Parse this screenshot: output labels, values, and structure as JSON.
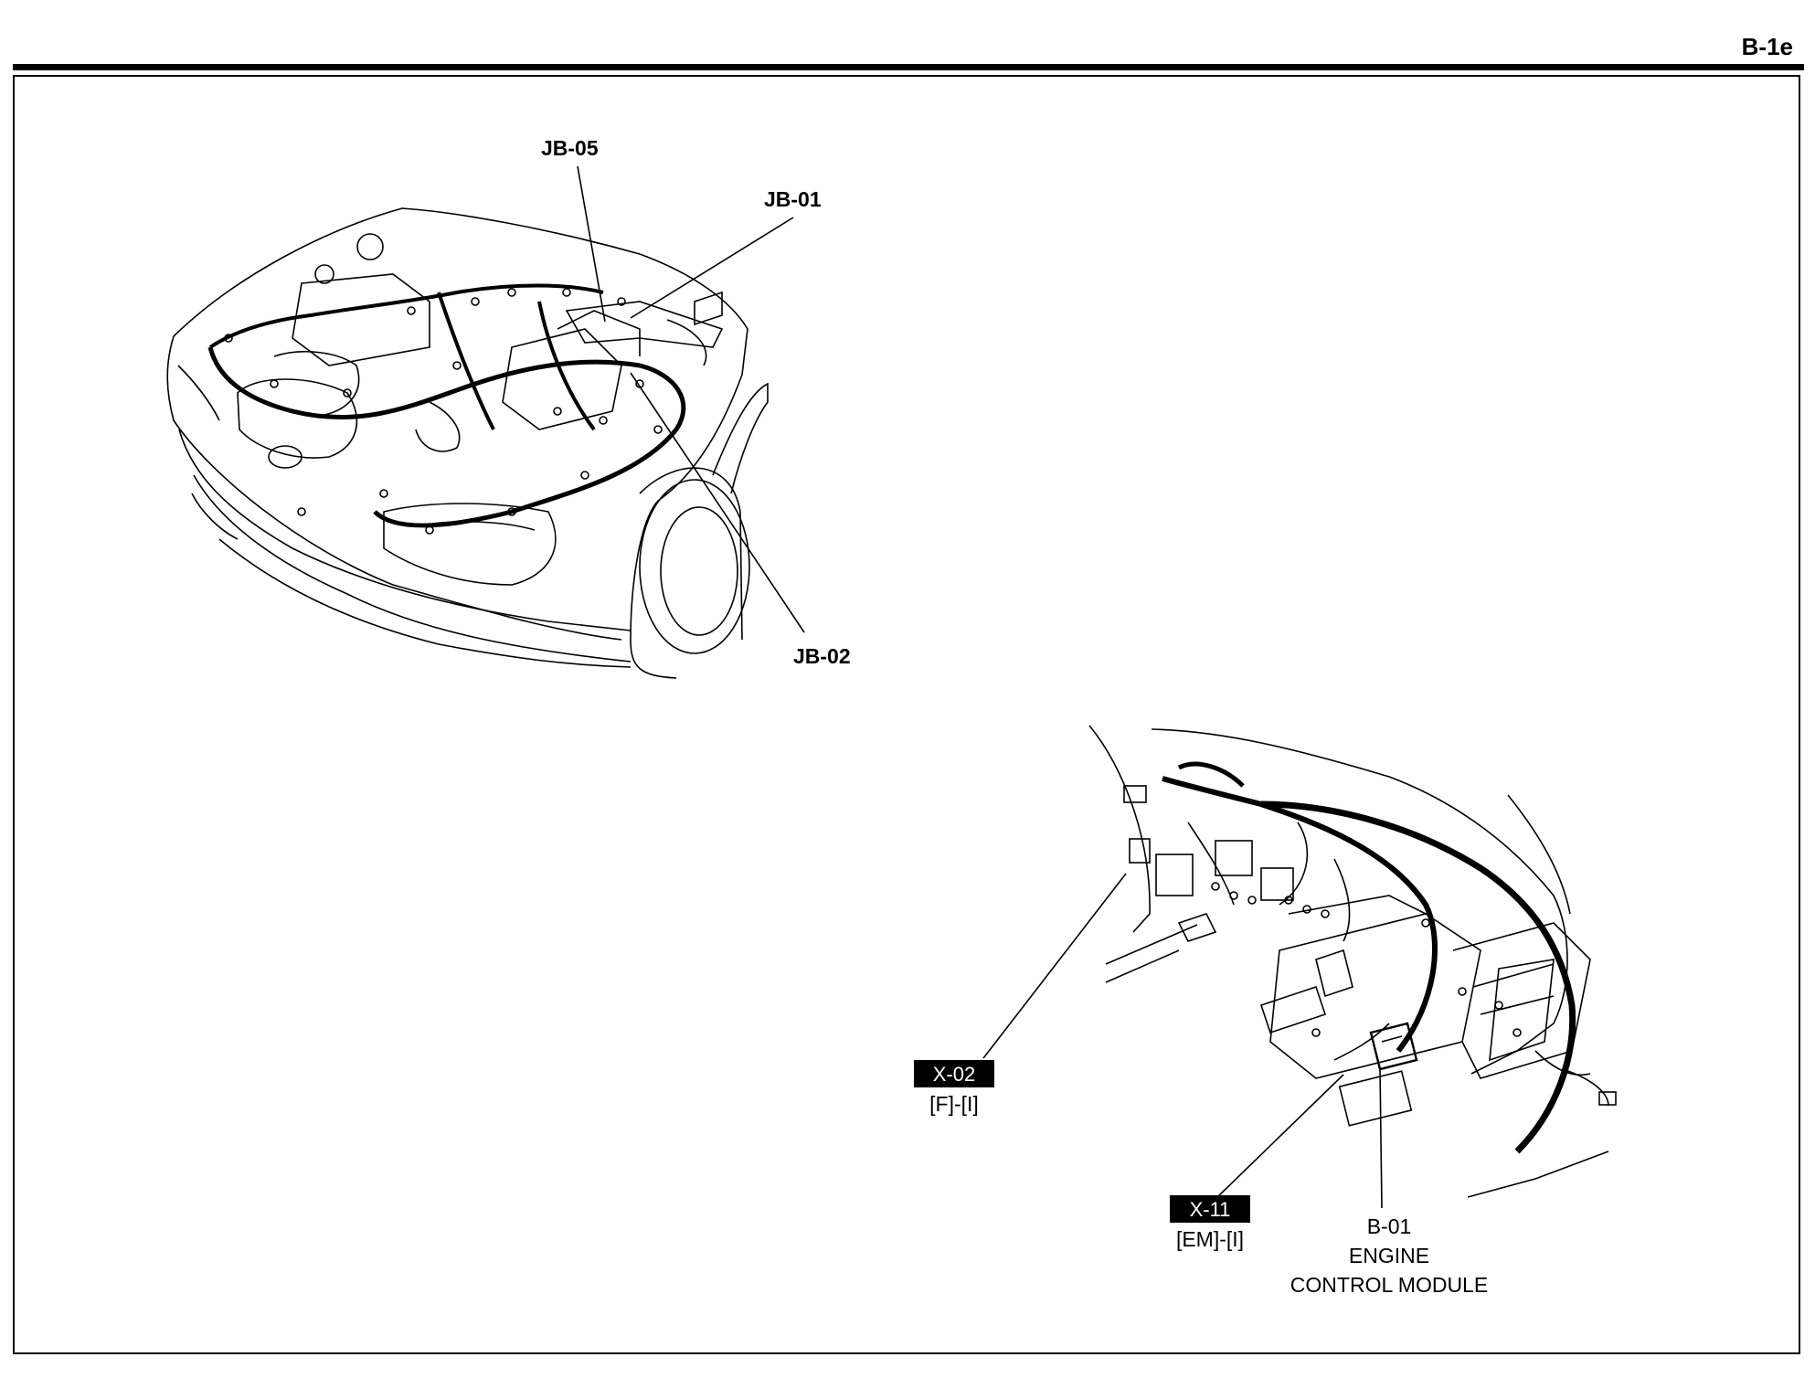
{
  "page_code": "B-1e",
  "callouts": {
    "jb05": "JB-05",
    "jb01": "JB-01",
    "jb02": "JB-02",
    "x02_tag": "X-02",
    "x02_sub": "[F]-[I]",
    "x11_tag": "X-11",
    "x11_sub": "[EM]-[I]",
    "b01_code": "B-01",
    "b01_line1": "ENGINE",
    "b01_line2": "CONTROL MODULE"
  }
}
